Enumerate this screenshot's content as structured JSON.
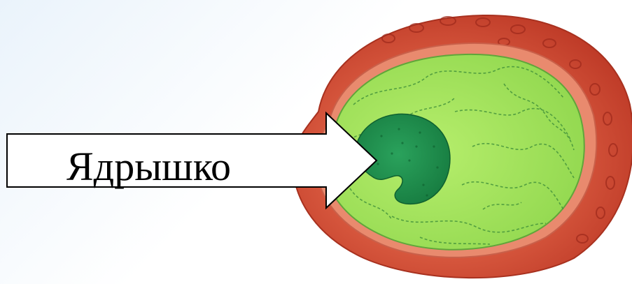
{
  "slide": {
    "arrow_label": "Ядрышко"
  },
  "colors": {
    "background_top_left": "#eaf3fb",
    "background": "#ffffff",
    "nuclear_envelope_outer": "#c23a2a",
    "nuclear_envelope_inner": "#e98a6e",
    "nucleoplasm": "#9ee05a",
    "nucleolus": "#1f8a4d",
    "arrow_fill": "#ffffff",
    "arrow_stroke": "#000000"
  },
  "icons": {
    "illustration": "cell-nucleus-illustration",
    "pointer": "right-arrow-callout"
  }
}
